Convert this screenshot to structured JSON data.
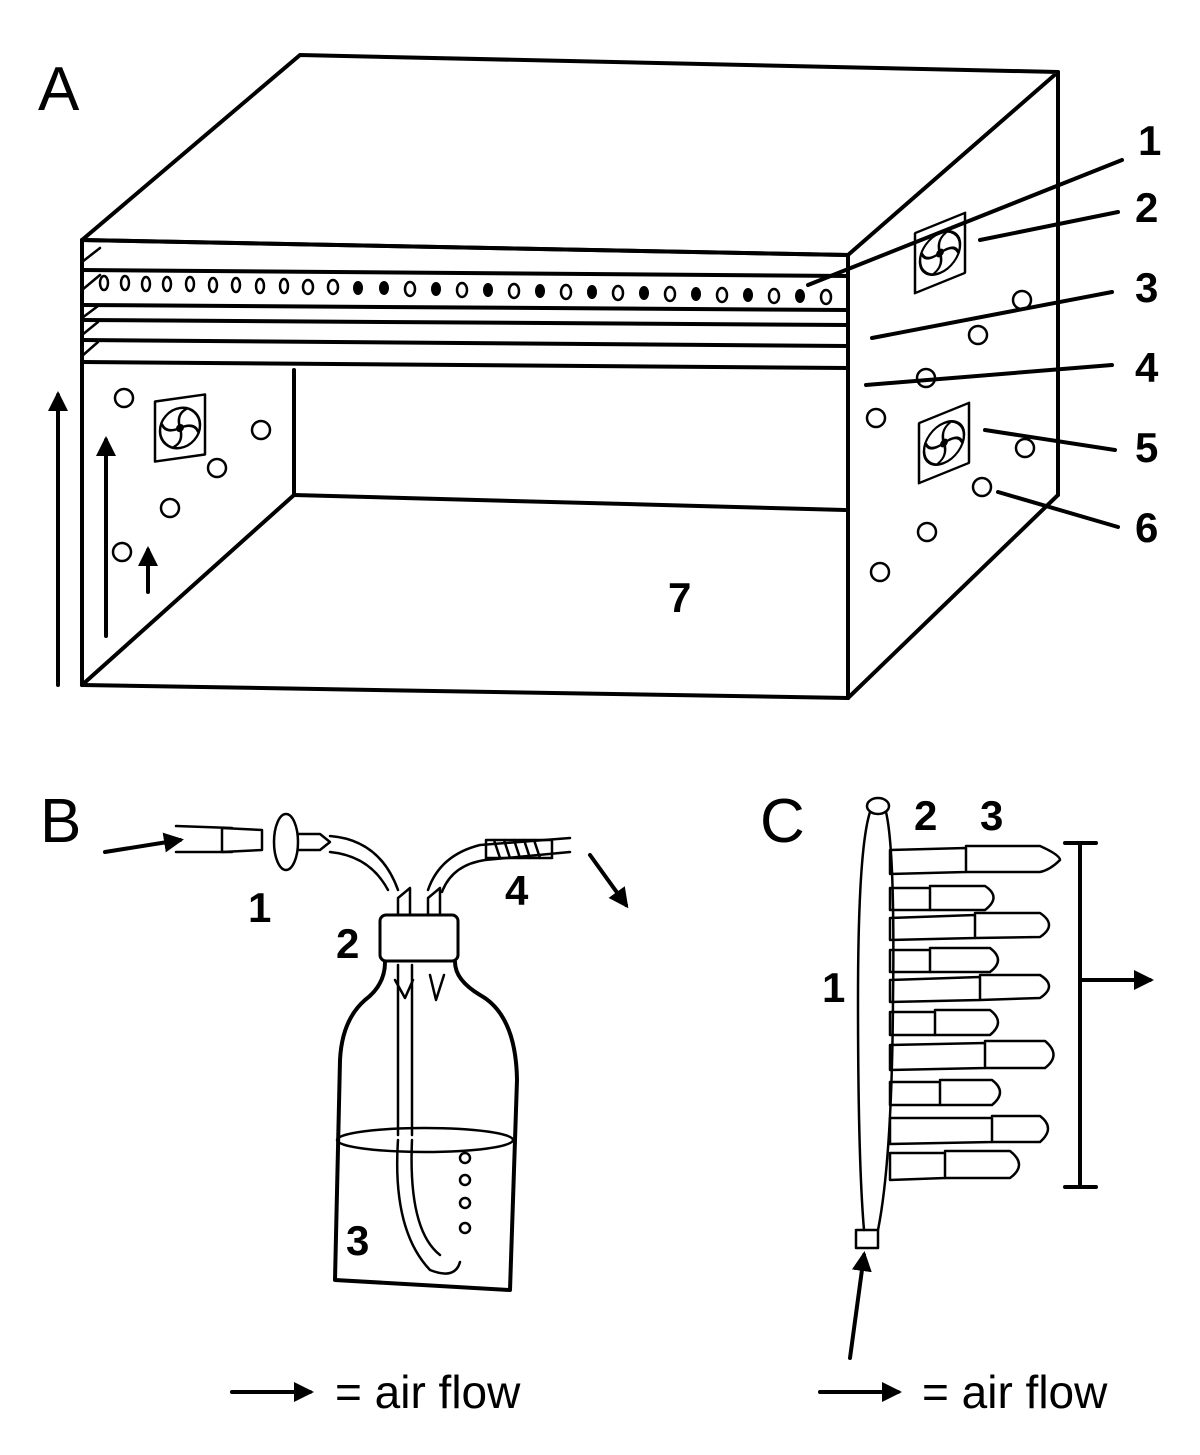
{
  "panel_a": {
    "letter": "A",
    "labels": [
      "1",
      "2",
      "3",
      "4",
      "5",
      "6",
      "7"
    ]
  },
  "panel_b": {
    "letter": "B",
    "labels": [
      "1",
      "2",
      "3",
      "4"
    ],
    "legend": "= air flow"
  },
  "panel_c": {
    "letter": "C",
    "labels": [
      "1",
      "2",
      "3"
    ],
    "legend": "= air flow"
  }
}
